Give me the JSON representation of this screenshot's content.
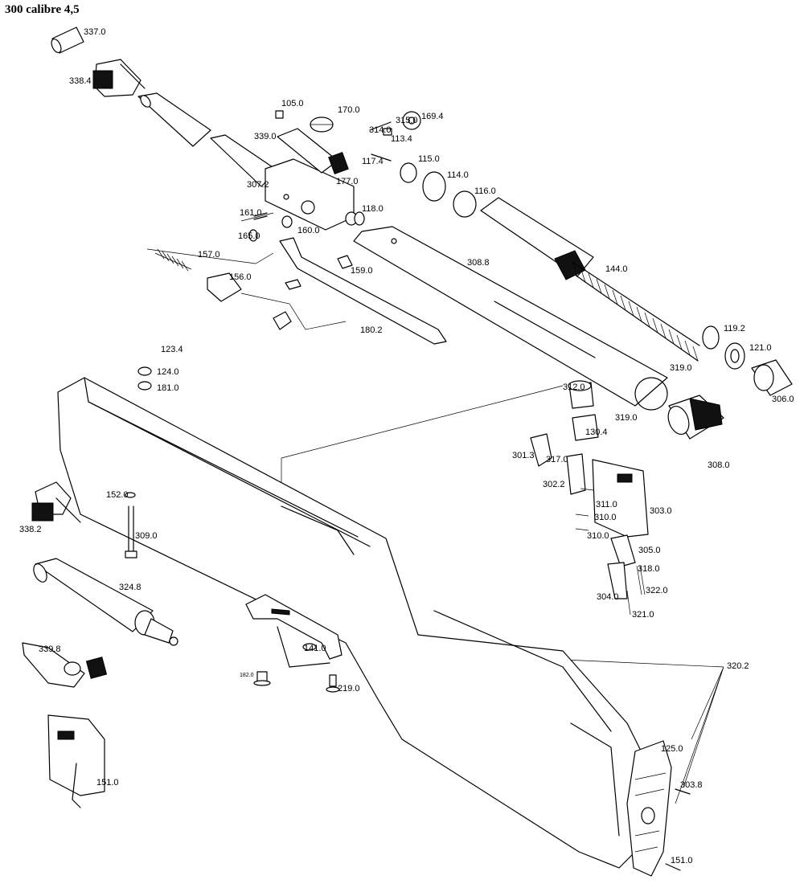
{
  "title": "300 calibre 4,5",
  "part_labels": [
    "337.0",
    "338.4",
    "105.0",
    "170.0",
    "315.0",
    "169.4",
    "314.0",
    "113.4",
    "339.0",
    "117.4",
    "115.0",
    "114.0",
    "116.0",
    "307.2",
    "177.0",
    "161.0",
    "118.0",
    "165.0",
    "160.0",
    "157.0",
    "159.0",
    "308.8",
    "144.0",
    "156.0",
    "180.2",
    "119.2",
    "121.0",
    "123.4",
    "124.0",
    "181.0",
    "319.0",
    "312.0",
    "306.0",
    "319.0",
    "130.4",
    "308.0",
    "301.3",
    "317.0",
    "302.2",
    "311.0",
    "303.0",
    "152.0",
    "310.0",
    "310.0",
    "338.2",
    "309.0",
    "305.0",
    "318.0",
    "322.0",
    "304.0",
    "321.0",
    "324.8",
    "141.0",
    "339.8",
    "182.0",
    "219.0",
    "320.2",
    "125.0",
    "303.8",
    "151.0",
    "151.0"
  ]
}
